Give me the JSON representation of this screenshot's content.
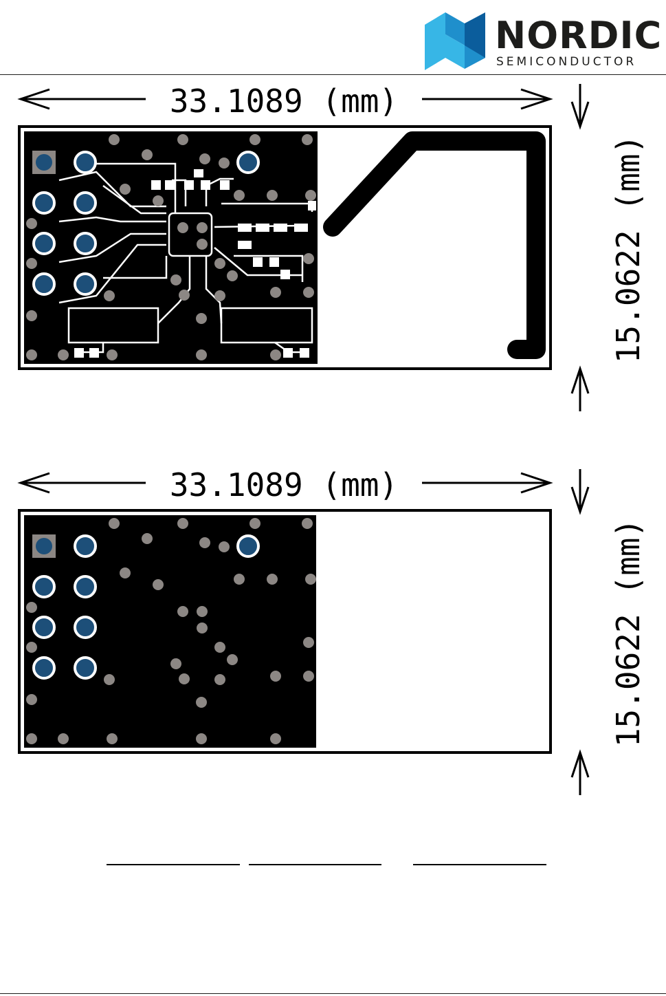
{
  "brand": {
    "name": "NORDIC",
    "subtitle": "SEMICONDUCTOR",
    "logo_icon": "nordic-n-logo-icon",
    "colors": {
      "light": "#37b6e6",
      "mid": "#1f8fcc",
      "dark": "#0b5d9c",
      "text": "#1d1d1b"
    }
  },
  "top_view": {
    "width_label": "33.1089 (mm)",
    "height_label": "15.0622 (mm)"
  },
  "bottom_view": {
    "width_label": "33.1089 (mm)",
    "height_label": "15.0622 (mm)"
  },
  "colors": {
    "copper": "#000000",
    "via": "#8c8784",
    "pad_plated": "#1d4f79",
    "pad_square": "#8c8784",
    "outline": "#000000"
  }
}
